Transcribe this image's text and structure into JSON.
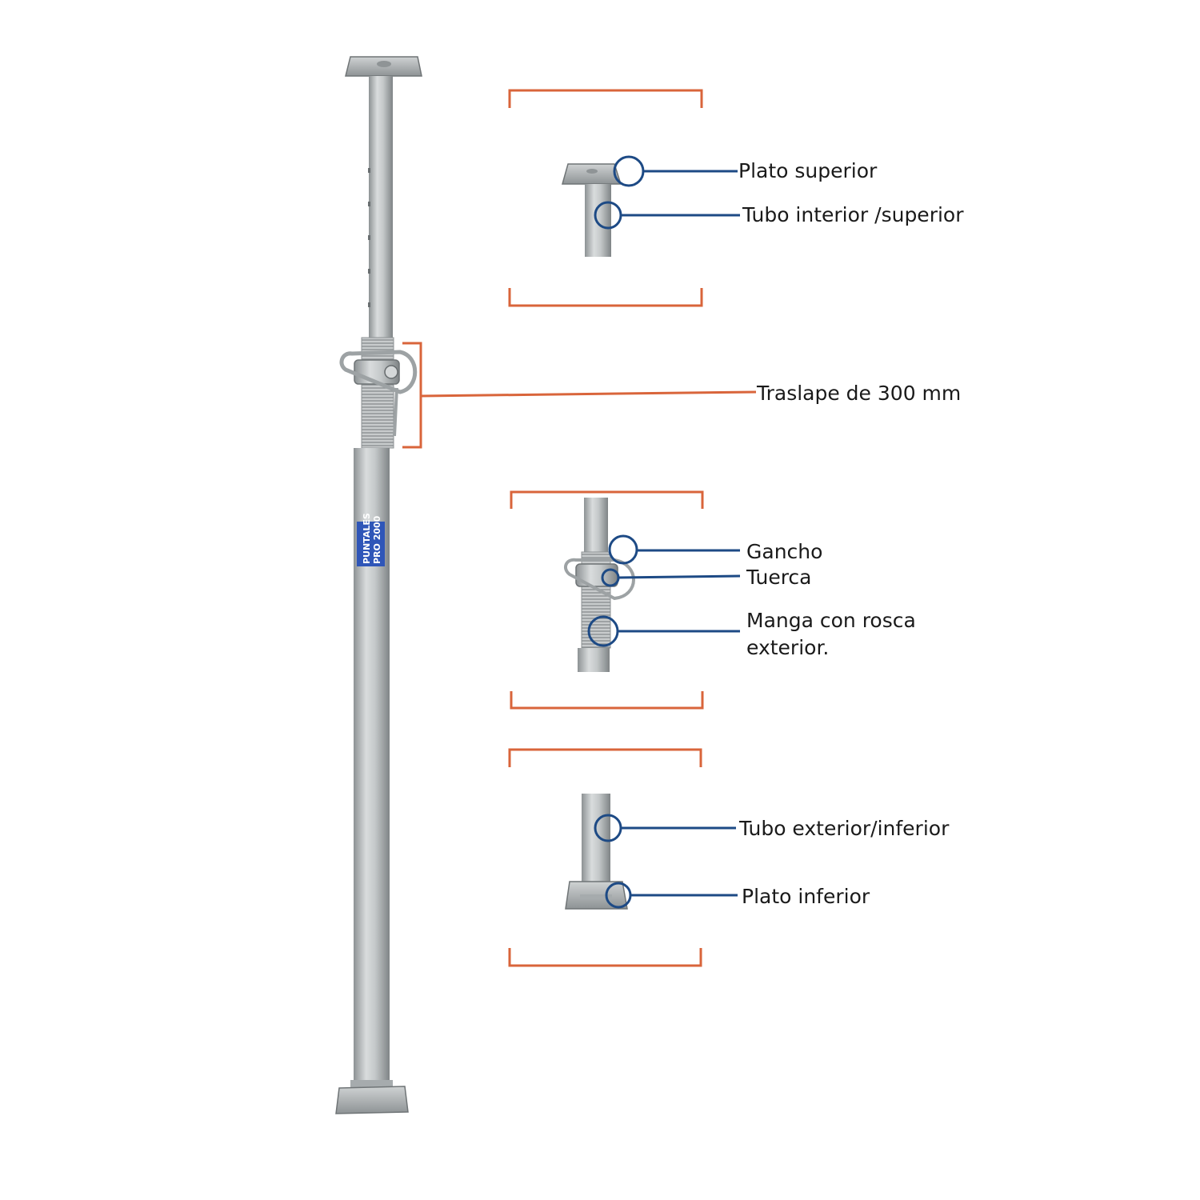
{
  "labels": {
    "plato_superior": "Plato superior",
    "tubo_interior": "Tubo interior /superior",
    "traslape": "Traslape de 300 mm",
    "gancho": "Gancho",
    "tuerca": "Tuerca",
    "manga": "Manga con rosca exterior.",
    "tubo_exterior": "Tubo exterior/inferior",
    "plato_inferior": "Plato inferior"
  },
  "badge": {
    "line1": "PUNTALES",
    "line2": "PRO 2000"
  },
  "colors": {
    "bracket": "#d9653b",
    "callout": "#1d4a85",
    "steel": "#b8bcbe",
    "badge": "#2f56b8"
  }
}
